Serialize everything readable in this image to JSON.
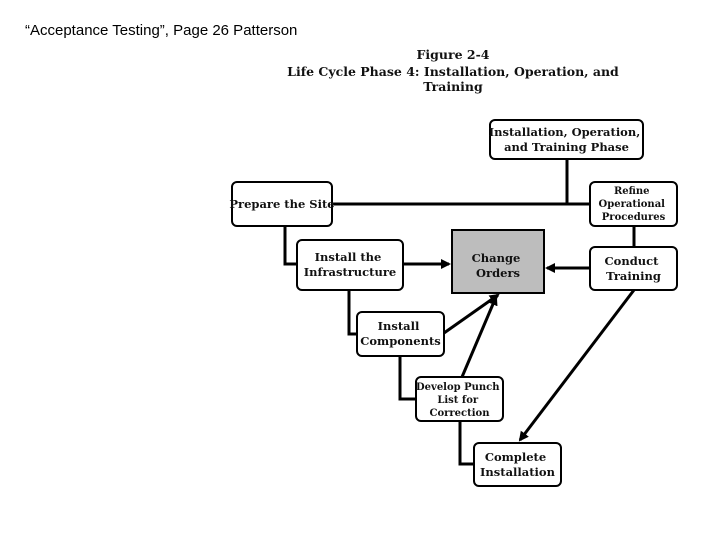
{
  "slide": {
    "caption": "“Acceptance Testing”, Page 26 Patterson"
  },
  "figure": {
    "number": "Figure 2-4",
    "title": "Life Cycle Phase 4: Installation, Operation, and Training"
  },
  "nodes": {
    "phase": [
      "Installation, Operation,",
      "and Training Phase"
    ],
    "prepare_site": [
      "Prepare the Site"
    ],
    "refine": [
      "Refine",
      "Operational",
      "Procedures"
    ],
    "install_infra": [
      "Install the",
      "Infrastructure"
    ],
    "change_orders": [
      "Change",
      "Orders"
    ],
    "conduct_training": [
      "Conduct",
      "Training"
    ],
    "install_components": [
      "Install",
      "Components"
    ],
    "punch_list": [
      "Develop Punch",
      "List for",
      "Correction"
    ],
    "complete": [
      "Complete",
      "Installation"
    ]
  },
  "colors": {
    "box_fill": "#ffffff",
    "highlight_fill": "#bdbdbd",
    "line": "#000000"
  }
}
